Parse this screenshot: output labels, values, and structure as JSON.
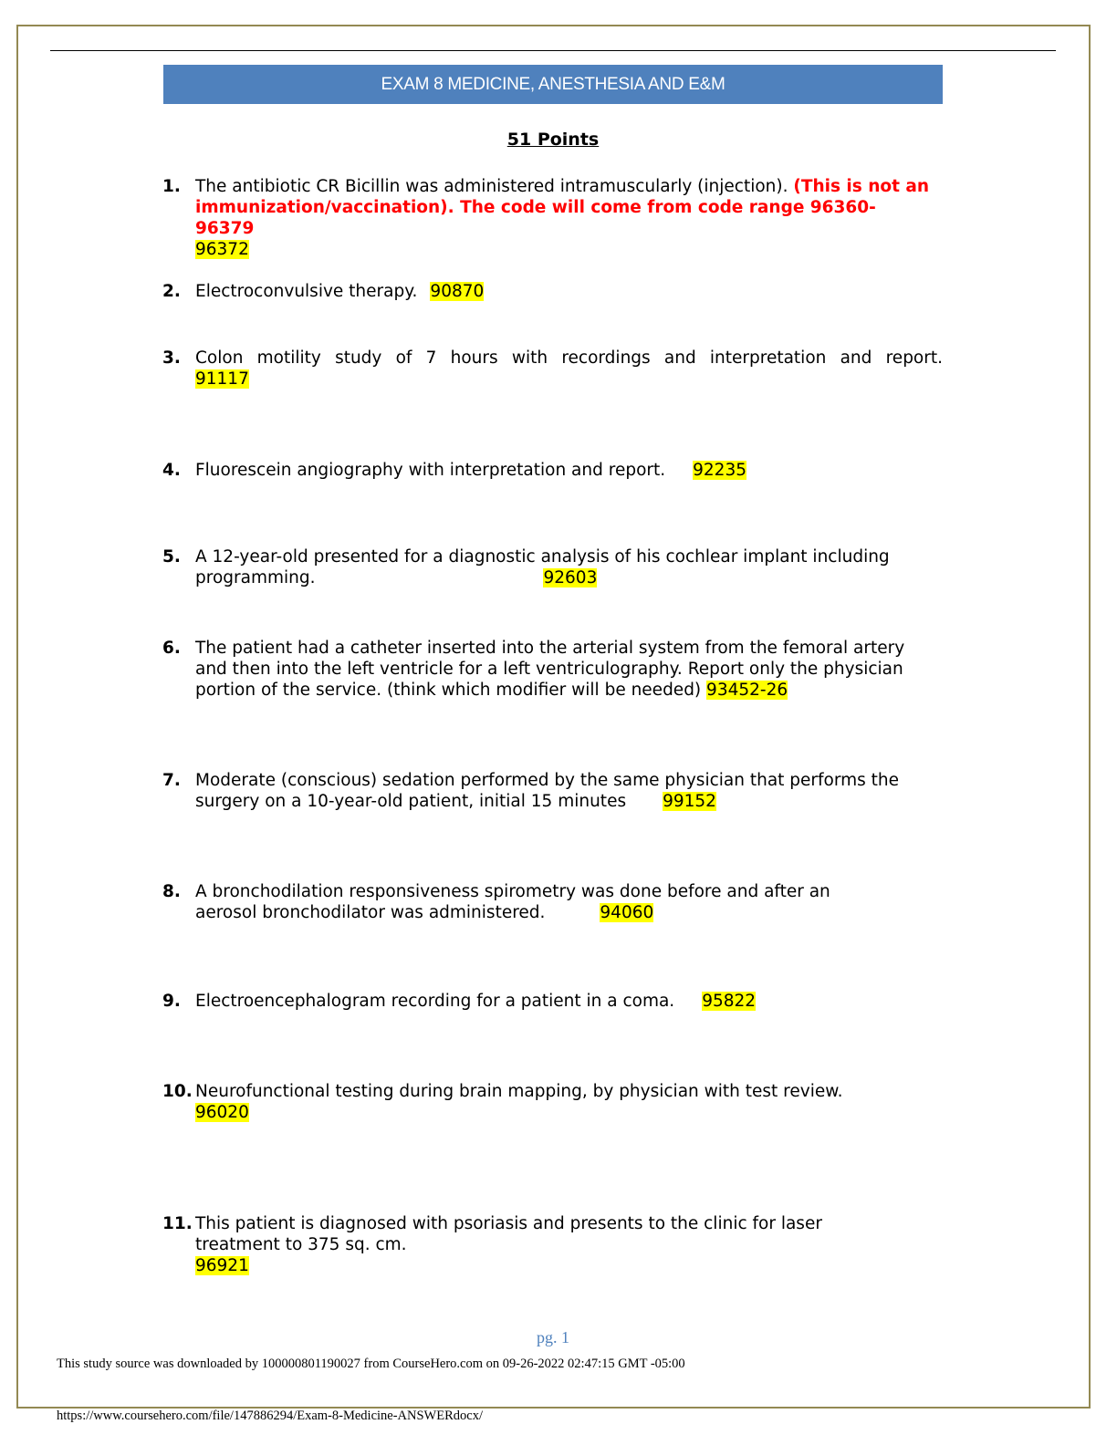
{
  "header": {
    "title": "EXAM 8 MEDICINE, ANESTHESIA AND E&M",
    "points": "51 Points"
  },
  "questions": [
    {
      "num": "1.",
      "text": "The antibiotic CR Bicillin was administered intramuscularly (injection). ",
      "note": "(This is not an immunization/vaccination).  The code will come from code range 96360-96379",
      "answer": "96372"
    },
    {
      "num": "2.",
      "text": "Electroconvulsive therapy.",
      "answer": "90870"
    },
    {
      "num": "3.",
      "text": "Colon motility study of 7 hours with recordings and interpretation and report.",
      "answer": "91117"
    },
    {
      "num": "4.",
      "text": "Fluorescein angiography with interpretation and report.",
      "answer": "92235"
    },
    {
      "num": "5.",
      "text": "A 12-year-old presented for a diagnostic analysis of his cochlear implant including programming.",
      "answer": "92603"
    },
    {
      "num": "6.",
      "text": "The patient had a catheter inserted into the arterial system from the femoral artery and then into the left ventricle for a left ventriculography. Report only the physician portion of the service. (think which modifier will be needed)",
      "answer": "93452-26"
    },
    {
      "num": "7.",
      "text": "Moderate (conscious) sedation performed by the same physician that performs the surgery on a 10-year-old patient, initial 15 minutes",
      "answer": "99152"
    },
    {
      "num": "8.",
      "text": "A bronchodilation responsiveness spirometry was done before and after an aerosol bronchodilator was administered.",
      "answer": "94060"
    },
    {
      "num": "9.",
      "text": "Electroencephalogram recording for a patient in a coma.",
      "answer": "95822"
    },
    {
      "num": "10.",
      "text": "Neurofunctional testing during brain mapping, by physician with test review.",
      "answer": "96020"
    },
    {
      "num": "11.",
      "text": "This patient is diagnosed with psoriasis and presents to the clinic for laser treatment to 375 sq. cm.",
      "answer": "96921"
    }
  ],
  "footer": {
    "page": "pg. 1",
    "download_note": "This study source was downloaded by 100000801190027 from CourseHero.com on 09-26-2022 02:47:15 GMT -05:00",
    "url": "https://www.coursehero.com/file/147886294/Exam-8-Medicine-ANSWERdocx/"
  },
  "colors": {
    "banner": "#4f81bd",
    "highlight": "#ffff00",
    "note": "#ff0000",
    "border": "#938953"
  }
}
